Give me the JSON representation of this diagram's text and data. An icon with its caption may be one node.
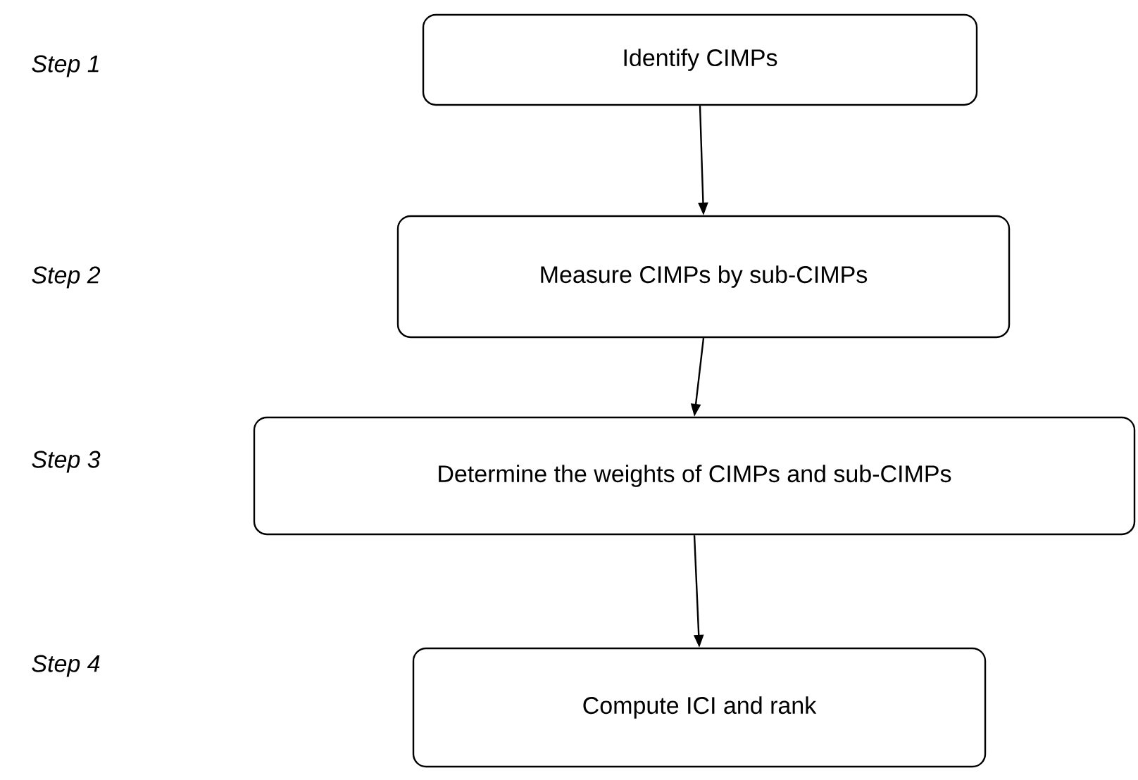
{
  "diagram": {
    "nodes": [
      {
        "text": [
          "Identify CIMPs"
        ]
      },
      {
        "text": [
          "Measure CIMPs by sub-CIMPs"
        ]
      },
      {
        "text": [
          "Determine the weights of CIMPs and sub-CIMPs"
        ]
      },
      {
        "text": [
          "Compute ICI and rank"
        ]
      }
    ],
    "edges": [
      {
        "from": 0,
        "to": 1,
        "arrow": "to"
      },
      {
        "from": 1,
        "to": 2,
        "arrow": "to"
      },
      {
        "from": 2,
        "to": 3,
        "arrow": "to"
      }
    ],
    "labels": [
      "Step 1",
      "Step 2",
      "Step 3",
      "Step 4"
    ]
  }
}
